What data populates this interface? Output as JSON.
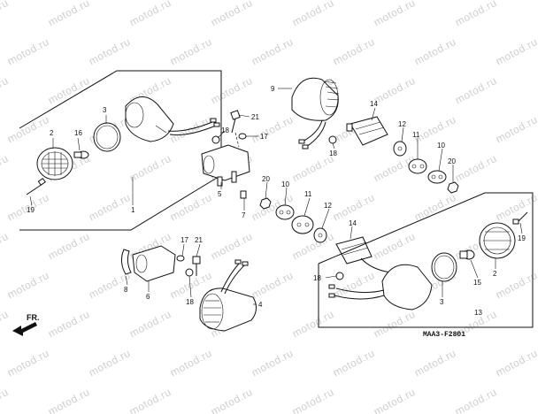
{
  "watermark": "motod.ru",
  "diagram_code": "MAA3-F2801",
  "direction_label": "FR.",
  "callouts": [
    "1",
    "2",
    "3",
    "4",
    "5",
    "6",
    "7",
    "8",
    "9",
    "10",
    "11",
    "12",
    "13",
    "14",
    "15",
    "16",
    "17",
    "18",
    "19",
    "20",
    "21"
  ]
}
